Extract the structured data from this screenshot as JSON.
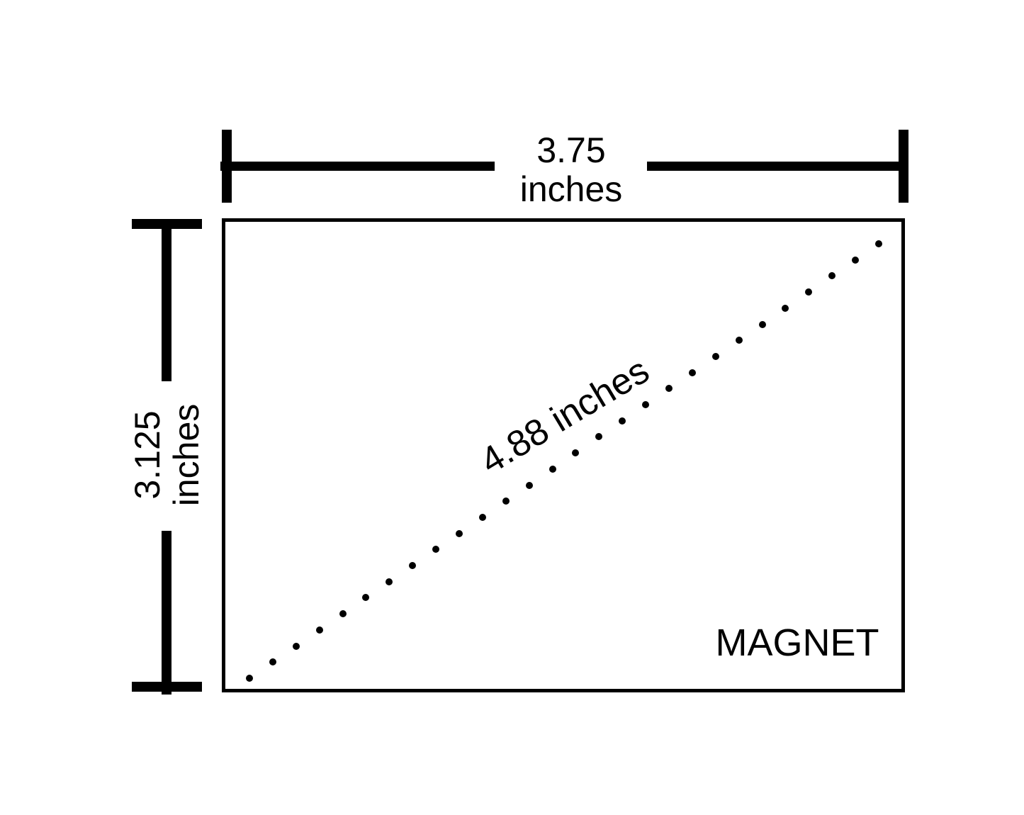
{
  "diagram": {
    "shape_label": "MAGNET",
    "width_dimension": {
      "value": "3.75",
      "unit": "inches"
    },
    "height_dimension": {
      "value": "3.125",
      "unit": "inches"
    },
    "diagonal_dimension": {
      "label": "4.88 inches",
      "dot_count": 28
    }
  },
  "colors": {
    "ink": "#000000",
    "background": "#ffffff"
  }
}
